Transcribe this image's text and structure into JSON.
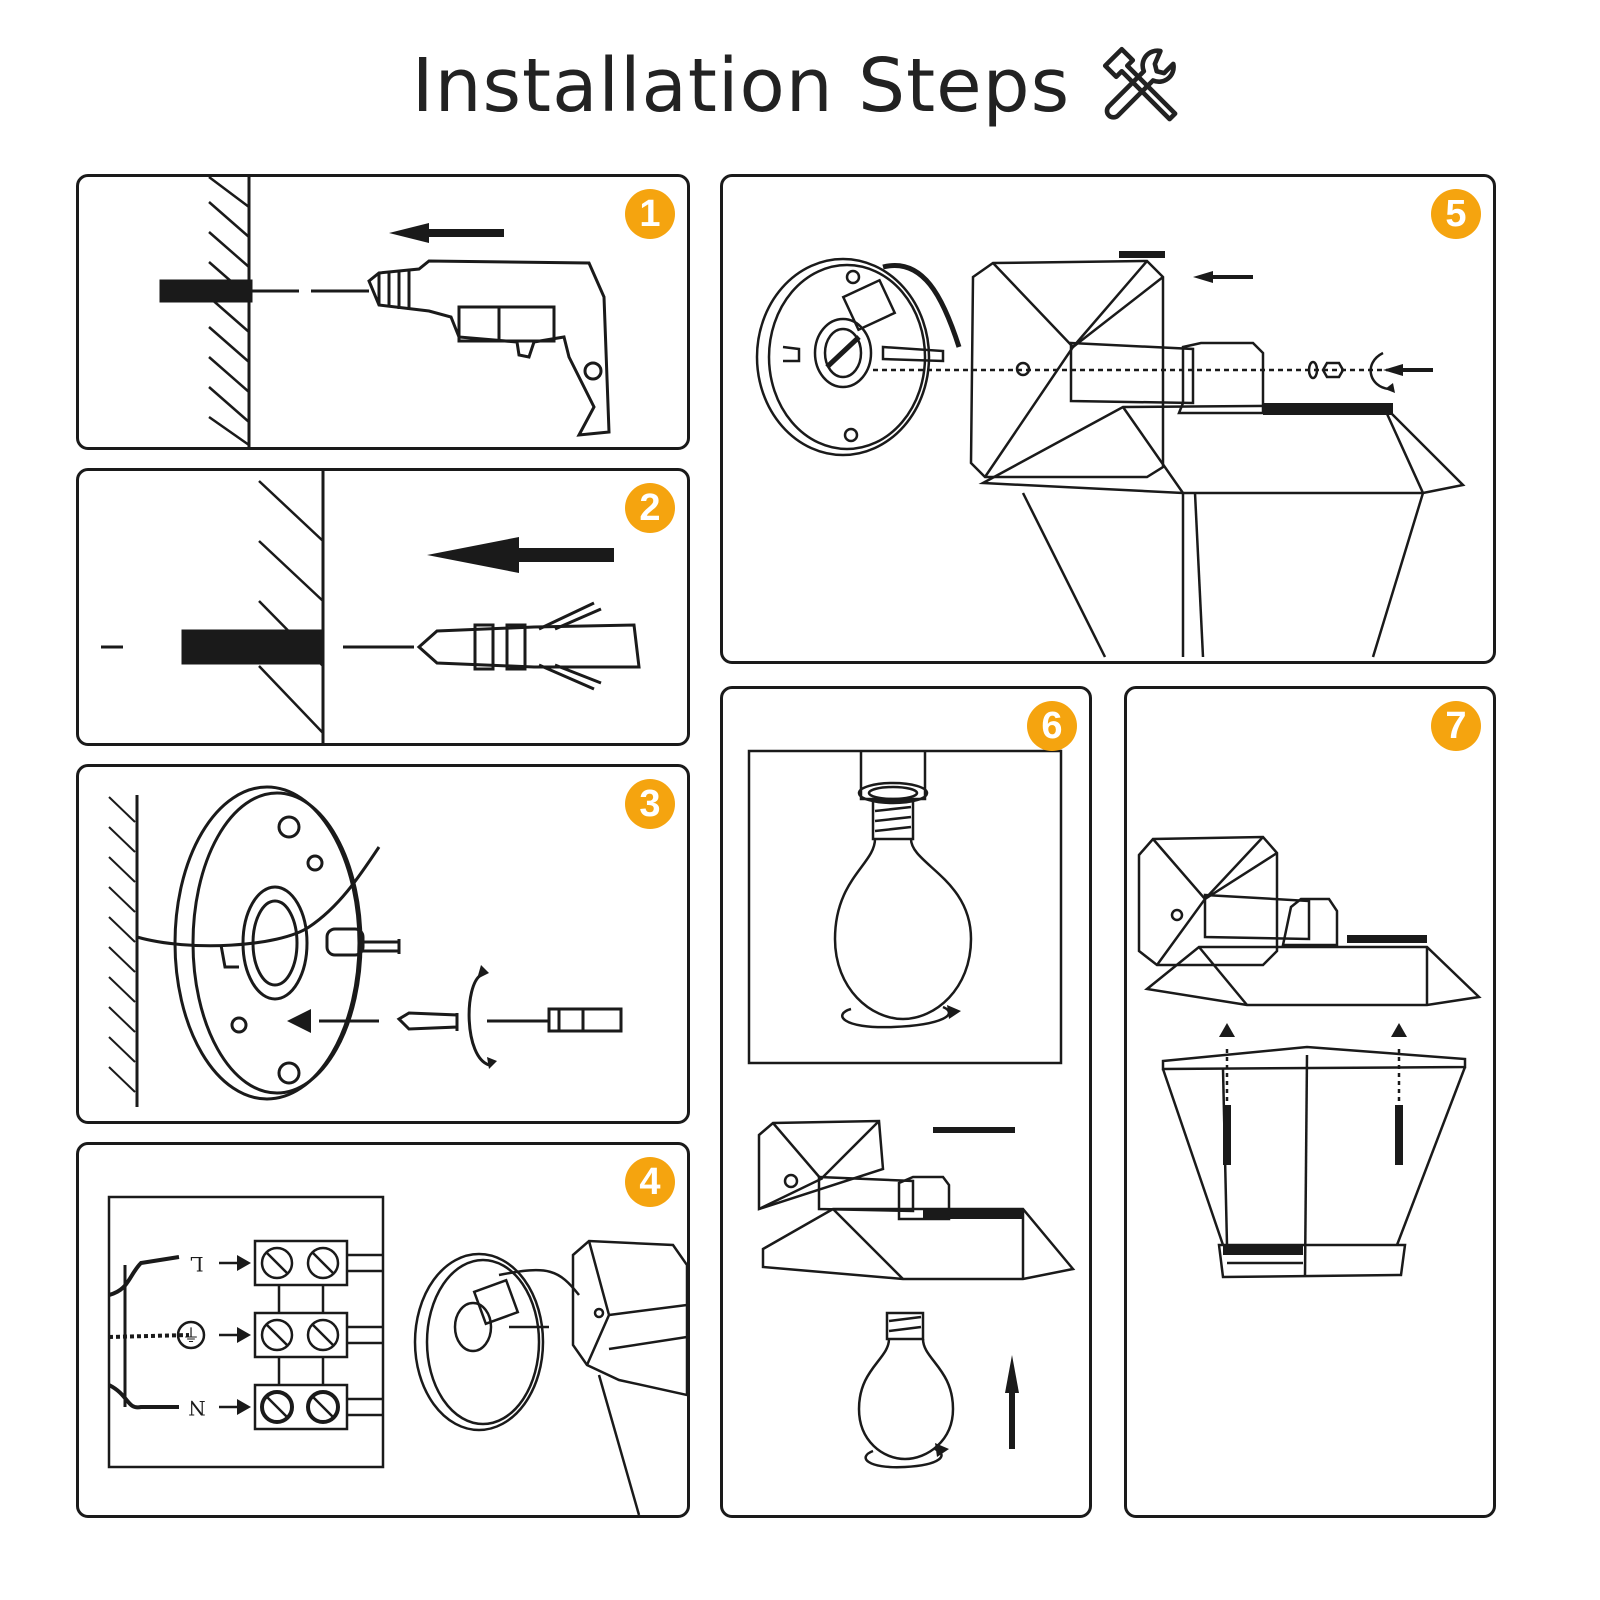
{
  "title": "Installation Steps",
  "accent_color": "#F5A40F",
  "title_icon": "tools-icon",
  "steps": [
    {
      "number": "1",
      "illustration": "drill-into-wall"
    },
    {
      "number": "2",
      "illustration": "insert-wall-anchor"
    },
    {
      "number": "3",
      "illustration": "screw-mounting-plate"
    },
    {
      "number": "4",
      "illustration": "connect-wiring"
    },
    {
      "number": "5",
      "illustration": "attach-lamp-to-plate"
    },
    {
      "number": "6",
      "illustration": "install-bulb"
    },
    {
      "number": "7",
      "illustration": "attach-lantern-body"
    }
  ],
  "wiring_labels": [
    "L",
    "⏚",
    "N"
  ]
}
